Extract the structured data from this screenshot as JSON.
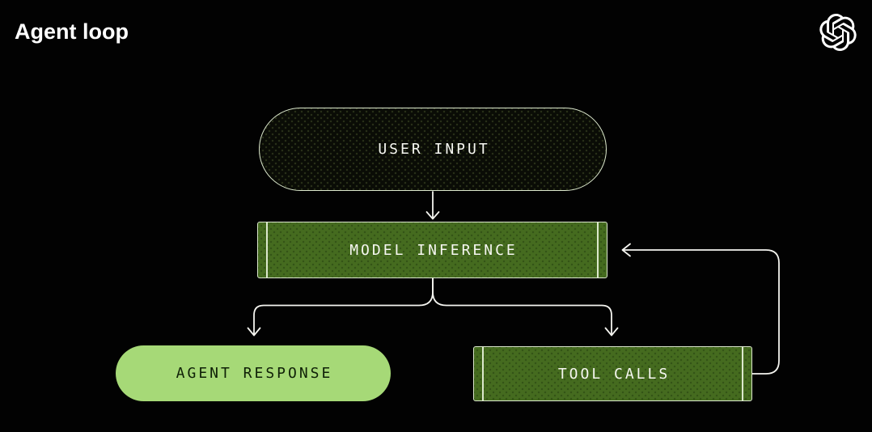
{
  "header": {
    "title": "Agent loop",
    "logo": "openai-logo"
  },
  "theme": {
    "background": "#020202",
    "line": "#f4f4ef",
    "box_border": "#dce8cd",
    "green_dark": "#456b1f",
    "green_light": "#a6d977",
    "text_light": "#f6f7f1",
    "text_dark": "#0f2007"
  },
  "diagram": {
    "nodes": [
      {
        "id": "user-input",
        "label": "USER INPUT",
        "shape": "pill",
        "style": "dark-dotted"
      },
      {
        "id": "model-inference",
        "label": "MODEL INFERENCE",
        "shape": "process",
        "style": "green-dotted"
      },
      {
        "id": "agent-response",
        "label": "AGENT RESPONSE",
        "shape": "pill",
        "style": "light-green"
      },
      {
        "id": "tool-calls",
        "label": "TOOL CALLS",
        "shape": "process",
        "style": "green-dotted"
      }
    ],
    "edges": [
      {
        "from": "user-input",
        "to": "model-inference",
        "kind": "arrow-down"
      },
      {
        "from": "model-inference",
        "to": "agent-response",
        "kind": "branch-arrow"
      },
      {
        "from": "model-inference",
        "to": "tool-calls",
        "kind": "branch-arrow"
      },
      {
        "from": "tool-calls",
        "to": "model-inference",
        "kind": "loop-back"
      }
    ]
  }
}
